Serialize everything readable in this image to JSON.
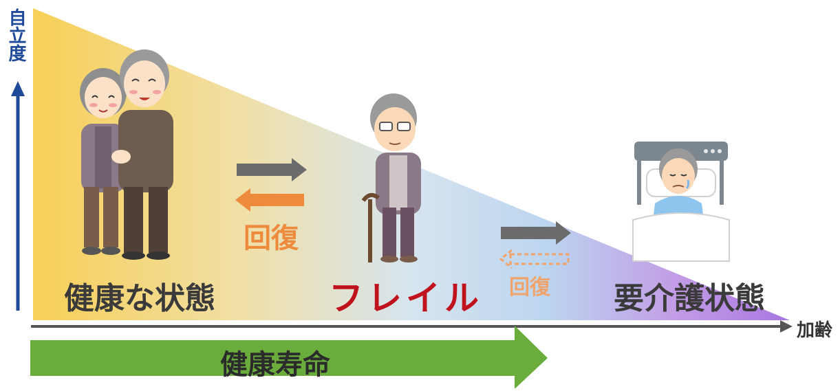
{
  "y_axis_label": "自立度",
  "x_axis_label": "加齢",
  "stages": {
    "healthy": "健康な状態",
    "frail": "フレイル",
    "care": "要介護状態"
  },
  "recovery_label": "回復",
  "healthy_life_label": "健康寿命",
  "colors": {
    "gradient_start": "#f8cf57",
    "gradient_mid": "#cfe0f2",
    "gradient_end": "#b584e3",
    "y_axis": "#1f4a99",
    "x_axis": "#555555",
    "forward_arrow": "#6b6b6b",
    "recovery_arrow": "#ee8a3c",
    "frail_text": "#c0121c",
    "healthy_life_arrow": "#6aad3d"
  }
}
